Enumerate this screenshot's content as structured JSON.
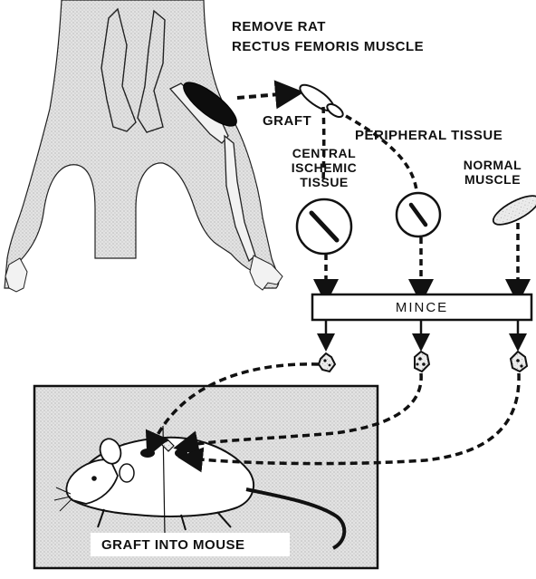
{
  "labels": {
    "remove_line1": "REMOVE RAT",
    "remove_line2": "RECTUS FEMORIS MUSCLE",
    "graft": "GRAFT",
    "peripheral": "PERIPHERAL TISSUE",
    "central_line1": "CENTRAL",
    "central_line2": "ISCHEMIC",
    "central_line3": "TISSUE",
    "normal_line1": "NORMAL",
    "normal_line2": "MUSCLE",
    "mince": "MINCE",
    "graft_into_mouse": "GRAFT INTO MOUSE"
  },
  "colors": {
    "ink": "#111111",
    "stipple_fill": "#dcdcdc",
    "panel_fill": "#e6e6e6",
    "paper": "#ffffff"
  }
}
